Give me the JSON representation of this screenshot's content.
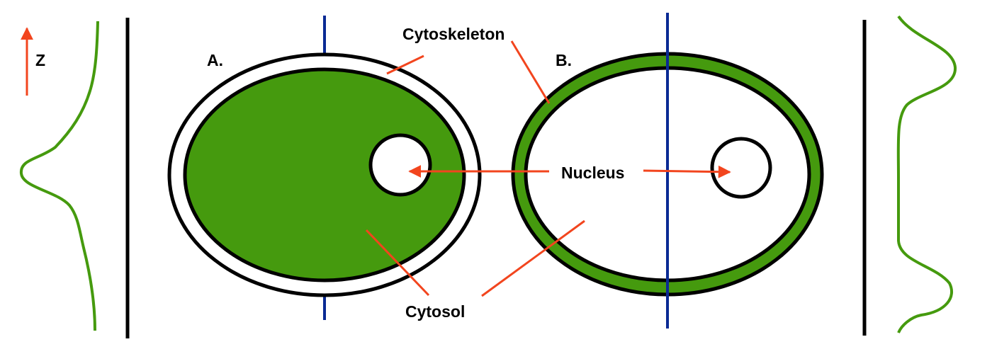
{
  "labels": {
    "axis": "Z",
    "panel_a": "A.",
    "panel_b": "B.",
    "cytoskeleton": "Cytoskeleton",
    "nucleus": "Nucleus",
    "cytosol": "Cytosol"
  },
  "colors": {
    "fluorescence": "#459a0e",
    "pointer": "#f2451e",
    "section_line": "#0a2a94",
    "outline": "#000000"
  }
}
